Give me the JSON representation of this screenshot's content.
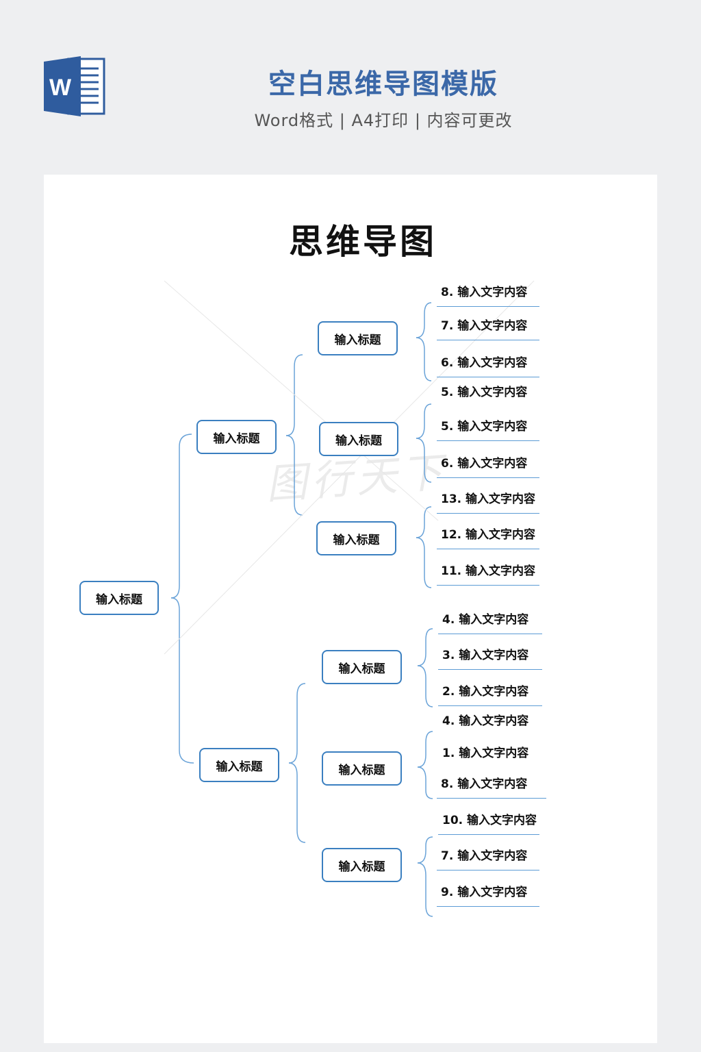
{
  "header": {
    "icon": "word-doc-icon",
    "icon_letter": "W",
    "title": "空白思维导图模版",
    "subtitle": "Word格式 | A4打印 | 内容可更改"
  },
  "document": {
    "title": "思维导图",
    "watermark": "图行天下"
  },
  "mindmap": {
    "root": "输入标题",
    "branches": [
      {
        "label": "输入标题",
        "subs": [
          {
            "label": "输入标题",
            "leaves": [
              "8. 输入文字内容",
              "7. 输入文字内容",
              "6. 输入文字内容"
            ]
          },
          {
            "label": "输入标题",
            "leaves": [
              "5. 输入文字内容",
              "5. 输入文字内容",
              "6. 输入文字内容"
            ]
          },
          {
            "label": "输入标题",
            "leaves": [
              "13. 输入文字内容",
              "12. 输入文字内容",
              "11. 输入文字内容"
            ]
          }
        ]
      },
      {
        "label": "输入标题",
        "subs": [
          {
            "label": "输入标题",
            "leaves": [
              "4. 输入文字内容",
              "3. 输入文字内容",
              "2. 输入文字内容"
            ]
          },
          {
            "label": "输入标题",
            "leaves": [
              "4. 输入文字内容",
              "1. 输入文字内容",
              "8. 输入文字内容"
            ]
          },
          {
            "label": "输入标题",
            "leaves": [
              "10. 输入文字内容",
              "7. 输入文字内容",
              "9. 输入文字内容"
            ]
          }
        ]
      }
    ]
  },
  "colors": {
    "accent": "#3b68a8",
    "node_border": "#3a7fc0",
    "leaf_line": "#5b9bd5",
    "page_bg": "#eeeff1"
  }
}
